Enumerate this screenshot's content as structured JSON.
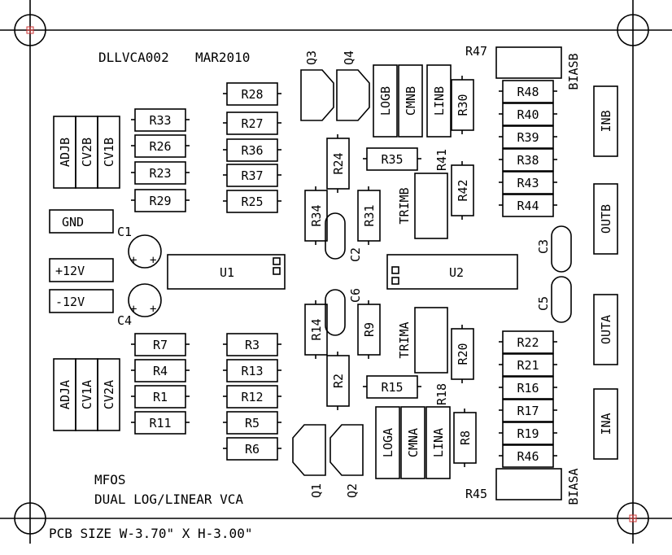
{
  "board": {
    "id": "DLLVCA002",
    "date": "MAR2010",
    "brand": "MFOS",
    "name": "DUAL LOG/LINEAR VCA",
    "pcb_size": "PCB SIZE W-3.70\" X H-3.00\""
  },
  "terminals": {
    "gnd": "GND",
    "plus12": "+12V",
    "minus12": "-12V",
    "inb": "INB",
    "outb": "OUTB",
    "outa": "OUTA",
    "ina": "INA"
  },
  "pots": {
    "adjb": "ADJB",
    "cv2b": "CV2B",
    "cv1b": "CV1B",
    "adja": "ADJA",
    "cv1a": "CV1A",
    "cv2a": "CV2A",
    "logb": "LOGB",
    "cmnb": "CMNB",
    "linb": "LINB",
    "loga": "LOGA",
    "cmna": "CMNA",
    "lina": "LINA"
  },
  "trim": {
    "trimb": "TRIMB",
    "trima": "TRIMA"
  },
  "bias": {
    "biasb": "BIASB",
    "biasa": "BIASA",
    "r47": "R47",
    "r45": "R45"
  },
  "ics": {
    "u1": "U1",
    "u2": "U2"
  },
  "transistors": {
    "q1": "Q1",
    "q2": "Q2",
    "q3": "Q3",
    "q4": "Q4"
  },
  "caps": {
    "c1": "C1",
    "c2": "C2",
    "c3": "C3",
    "c4": "C4",
    "c5": "C5",
    "c6": "C6"
  },
  "resistors": {
    "r28": "R28",
    "r27": "R27",
    "r36": "R36",
    "r37": "R37",
    "r25": "R25",
    "r33": "R33",
    "r26": "R26",
    "r23": "R23",
    "r29": "R29",
    "r7": "R7",
    "r4": "R4",
    "r1": "R1",
    "r11": "R11",
    "r3": "R3",
    "r13": "R13",
    "r12": "R12",
    "r5": "R5",
    "r6": "R6",
    "r24": "R24",
    "r34": "R34",
    "r31": "R31",
    "r35": "R35",
    "r41": "R41",
    "r42": "R42",
    "r30": "R30",
    "r14": "R14",
    "r9": "R9",
    "r2": "R2",
    "r15": "R15",
    "r18": "R18",
    "r20": "R20",
    "r8": "R8",
    "r48": "R48",
    "r40": "R40",
    "r39": "R39",
    "r38": "R38",
    "r43": "R43",
    "r44": "R44",
    "r22": "R22",
    "r21": "R21",
    "r16": "R16",
    "r17": "R17",
    "r19": "R19",
    "r46": "R46"
  },
  "plus_sign": "+"
}
